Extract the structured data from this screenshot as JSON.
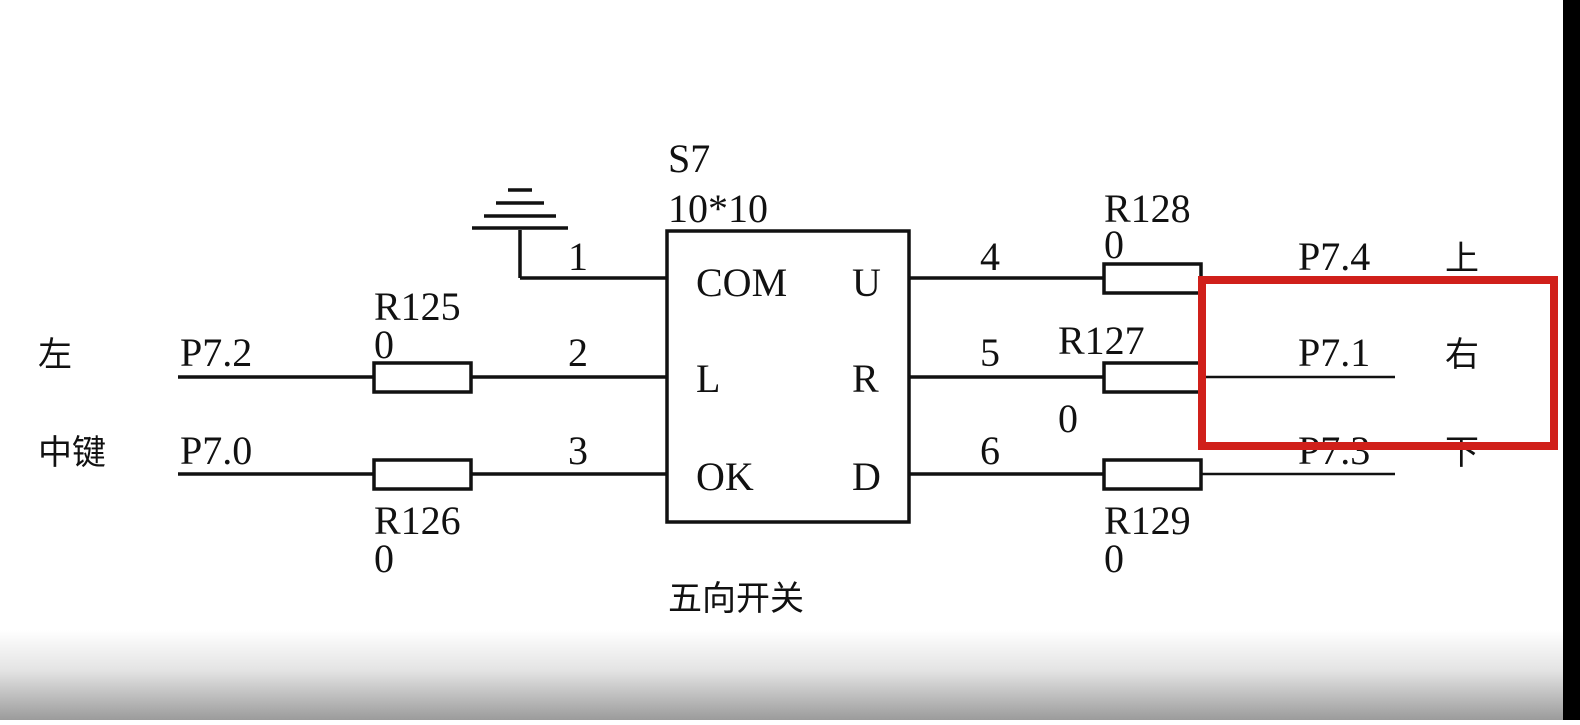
{
  "component": {
    "designator": "S7",
    "size": "10*10",
    "caption": "五向开关",
    "pins": {
      "com": "COM",
      "l": "L",
      "ok": "OK",
      "u": "U",
      "r": "R",
      "d": "D"
    },
    "pin_numbers": [
      "1",
      "2",
      "3",
      "4",
      "5",
      "6"
    ]
  },
  "left_side": {
    "left": {
      "label": "左",
      "net": "P7.2",
      "resistor": "R125",
      "value": "0"
    },
    "center": {
      "label": "中键",
      "net": "P7.0",
      "resistor": "R126",
      "value": "0"
    }
  },
  "right_side": {
    "up": {
      "label": "上",
      "net": "P7.4",
      "resistor": "R128",
      "value": "0"
    },
    "right": {
      "label": "右",
      "net": "P7.1",
      "resistor": "R127",
      "value": "0"
    },
    "down": {
      "label": "下",
      "net": "P7.3",
      "resistor": "R129",
      "value": "0"
    }
  },
  "highlight": {
    "color": "#d0201a"
  },
  "colors": {
    "ink": "#111111",
    "background": "#ffffff"
  }
}
